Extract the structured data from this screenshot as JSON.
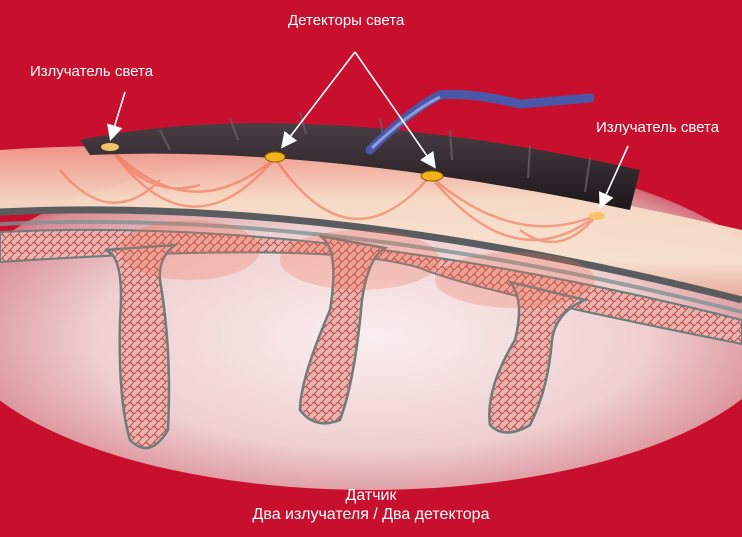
{
  "labels": {
    "detectors": "Детекторы света",
    "emitter_left": "Излучатель света",
    "emitter_right": "Излучатель света"
  },
  "caption": {
    "line1": "Датчик",
    "line2": "Два излучателя / Два детектора"
  },
  "colors": {
    "background": "#c8102e",
    "tissue": "#f6dede",
    "skin": "#f3c9a8",
    "bone": "#e6a9a3",
    "sensor": "#2a2226",
    "detector": "#f2b31a",
    "light_path": "#f06a4d"
  }
}
